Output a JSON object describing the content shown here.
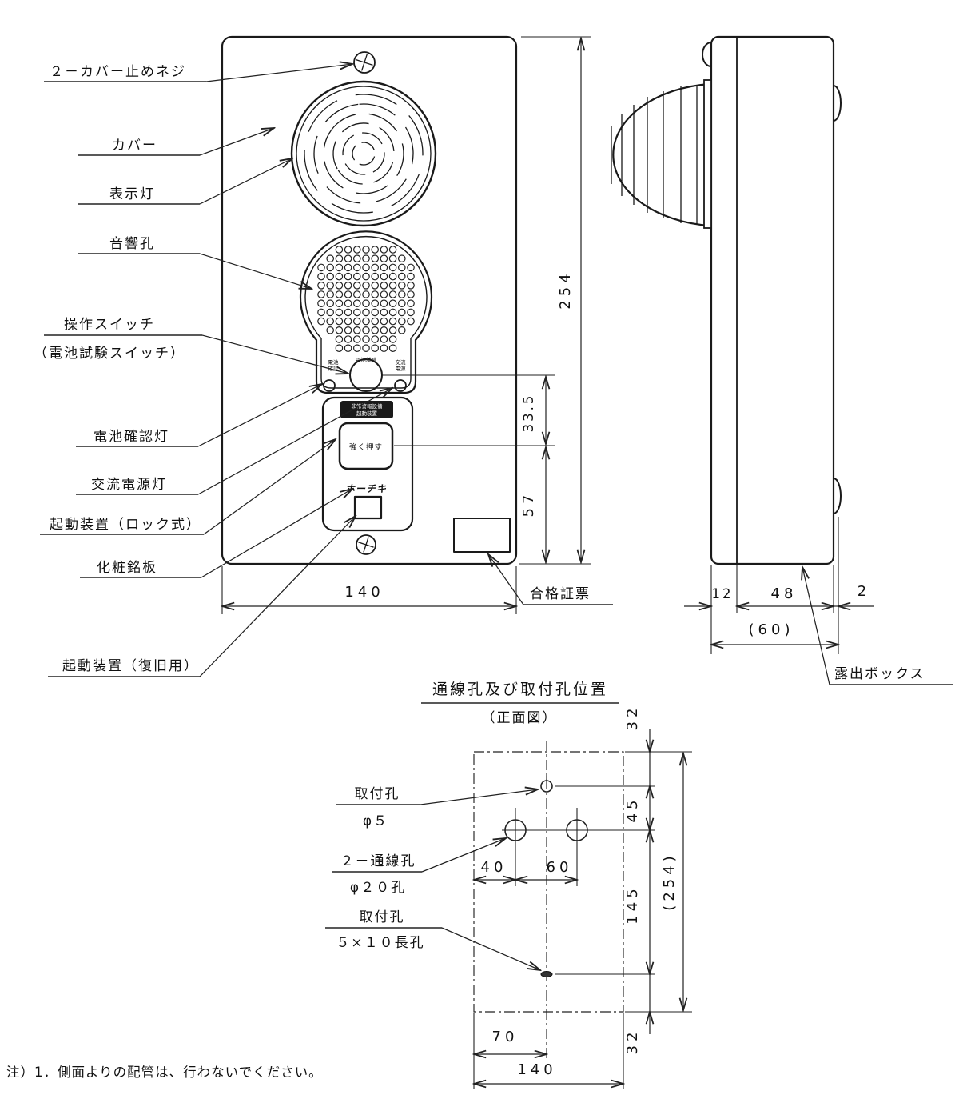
{
  "front": {
    "labels": {
      "cover_screw": "２－カバー止めネジ",
      "cover": "カバー",
      "pilot_lamp": "表示灯",
      "sound_hole": "音響孔",
      "op_switch1": "操作スイッチ",
      "op_switch2": "（電池試験スイッチ）",
      "battery_lamp": "電池確認灯",
      "ac_lamp": "交流電源灯",
      "starter_lock": "起動装置（ロック式）",
      "nameplate": "化粧銘板",
      "starter_reset": "起動装置（復旧用）",
      "cert": "合格証票"
    },
    "panel": {
      "led_left1": "電池",
      "led_left2": "確認",
      "test_btn": "電池試験",
      "led_right1": "交流",
      "led_right2": "電源",
      "plate1": "非常警報設備",
      "plate2": "起動装置",
      "push": "強く押す",
      "brand": "ホーチキ"
    },
    "dims": {
      "width": "140",
      "height": "254",
      "btn_span": "33.5",
      "lower_span": "57"
    }
  },
  "side": {
    "labels": {
      "exposed_box": "露出ボックス"
    },
    "dims": {
      "d12": "12",
      "d48": "48",
      "d2": "2",
      "d60": "(60)"
    }
  },
  "drill": {
    "title": "通線孔及び取付孔位置",
    "subtitle": "（正面図）",
    "labels": {
      "mount1": "取付孔",
      "mount1_size": "φ５",
      "wire": "２－通線孔",
      "wire_size": "φ２０孔",
      "mount2": "取付孔",
      "mount2_size": "５×１０長孔"
    },
    "dims": {
      "top32": "32",
      "d45": "45",
      "d40": "40",
      "d60": "60",
      "d145": "145",
      "total": "(254)",
      "bot32": "32",
      "d70": "70",
      "d140": "140"
    }
  },
  "note": "注）1．側面よりの配管は、行わないでください。"
}
